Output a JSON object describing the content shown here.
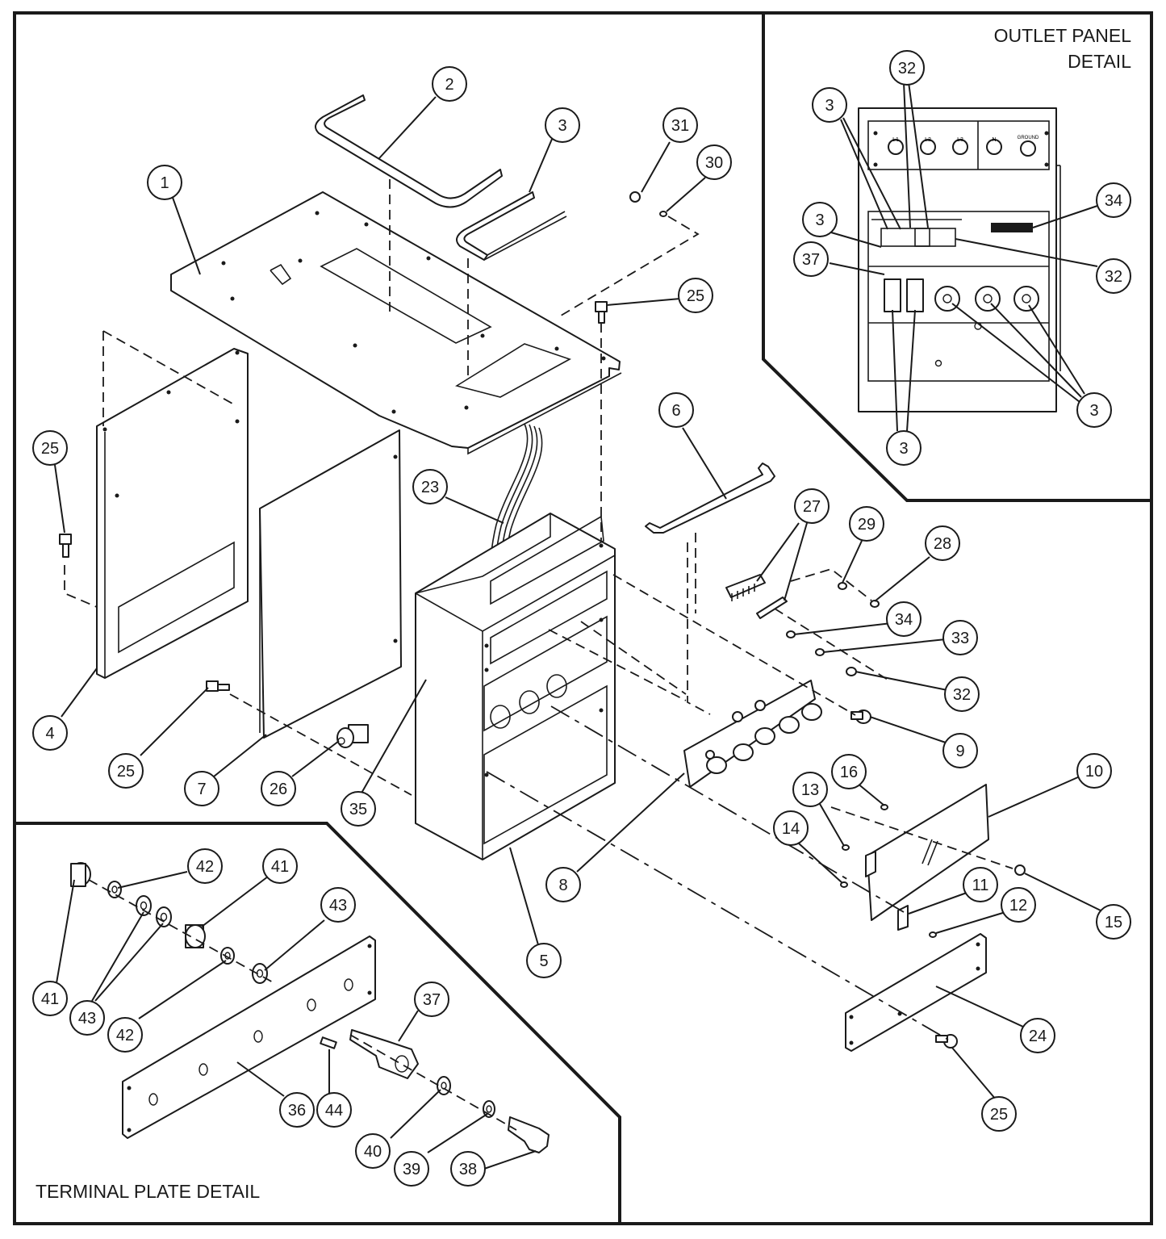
{
  "titles": {
    "outlet_line1": "OUTLET PANEL",
    "outlet_line2": "DETAIL",
    "terminal": "TERMINAL PLATE DETAIL"
  },
  "outlet_labels": [
    "L1",
    "L2",
    "L3",
    "N",
    "GROUND"
  ],
  "callouts": [
    {
      "id": "c1",
      "label": "1"
    },
    {
      "id": "c2",
      "label": "2"
    },
    {
      "id": "c3",
      "label": "3"
    },
    {
      "id": "c31",
      "label": "31"
    },
    {
      "id": "c30",
      "label": "30"
    },
    {
      "id": "c25a",
      "label": "25"
    },
    {
      "id": "c25b",
      "label": "25"
    },
    {
      "id": "c4",
      "label": "4"
    },
    {
      "id": "c25c",
      "label": "25"
    },
    {
      "id": "c7",
      "label": "7"
    },
    {
      "id": "c26",
      "label": "26"
    },
    {
      "id": "c35",
      "label": "35"
    },
    {
      "id": "c23",
      "label": "23"
    },
    {
      "id": "c5",
      "label": "5"
    },
    {
      "id": "c6",
      "label": "6"
    },
    {
      "id": "c27",
      "label": "27"
    },
    {
      "id": "c29",
      "label": "29"
    },
    {
      "id": "c28",
      "label": "28"
    },
    {
      "id": "c34",
      "label": "34"
    },
    {
      "id": "c33",
      "label": "33"
    },
    {
      "id": "c32",
      "label": "32"
    },
    {
      "id": "c9",
      "label": "9"
    },
    {
      "id": "c8",
      "label": "8"
    },
    {
      "id": "c10",
      "label": "10"
    },
    {
      "id": "c16",
      "label": "16"
    },
    {
      "id": "c13",
      "label": "13"
    },
    {
      "id": "c14",
      "label": "14"
    },
    {
      "id": "c11",
      "label": "11"
    },
    {
      "id": "c12",
      "label": "12"
    },
    {
      "id": "c15",
      "label": "15"
    },
    {
      "id": "c24",
      "label": "24"
    },
    {
      "id": "c25d",
      "label": "25"
    },
    {
      "id": "o32a",
      "label": "32"
    },
    {
      "id": "o3a",
      "label": "3"
    },
    {
      "id": "o34",
      "label": "34"
    },
    {
      "id": "o3b",
      "label": "3"
    },
    {
      "id": "o32b",
      "label": "32"
    },
    {
      "id": "o37",
      "label": "37"
    },
    {
      "id": "o3c",
      "label": "3"
    },
    {
      "id": "o3d",
      "label": "3"
    },
    {
      "id": "t42a",
      "label": "42"
    },
    {
      "id": "t41a",
      "label": "41"
    },
    {
      "id": "t43a",
      "label": "43"
    },
    {
      "id": "t41b",
      "label": "41"
    },
    {
      "id": "t43b",
      "label": "43"
    },
    {
      "id": "t42b",
      "label": "42"
    },
    {
      "id": "t37",
      "label": "37"
    },
    {
      "id": "t36",
      "label": "36"
    },
    {
      "id": "t44",
      "label": "44"
    },
    {
      "id": "t40",
      "label": "40"
    },
    {
      "id": "t39",
      "label": "39"
    },
    {
      "id": "t38",
      "label": "38"
    }
  ]
}
